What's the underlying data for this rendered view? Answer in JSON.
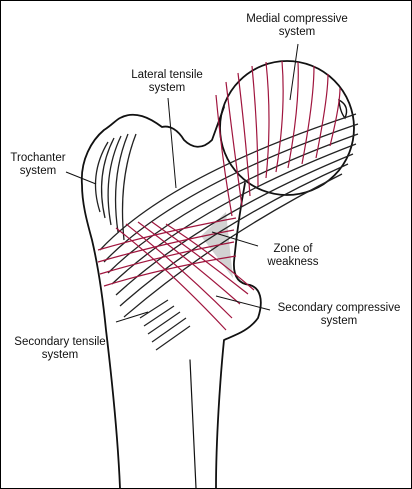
{
  "diagram": {
    "colors": {
      "outline": "#111111",
      "tensile": "#222222",
      "compressive": "#a0153e",
      "zone": "#d2d2d2"
    },
    "labels": {
      "medial_compressive": {
        "line1": "Medial compressive",
        "line2": "system"
      },
      "lateral_tensile": {
        "line1": "Lateral tensile",
        "line2": "system"
      },
      "trochanter": {
        "line1": "Trochanter",
        "line2": "system"
      },
      "zone_weakness": {
        "line1": "Zone of",
        "line2": "weakness"
      },
      "secondary_compressive": {
        "line1": "Secondary compressive",
        "line2": "system"
      },
      "secondary_tensile": {
        "line1": "Secondary tensile",
        "line2": "system"
      }
    }
  }
}
